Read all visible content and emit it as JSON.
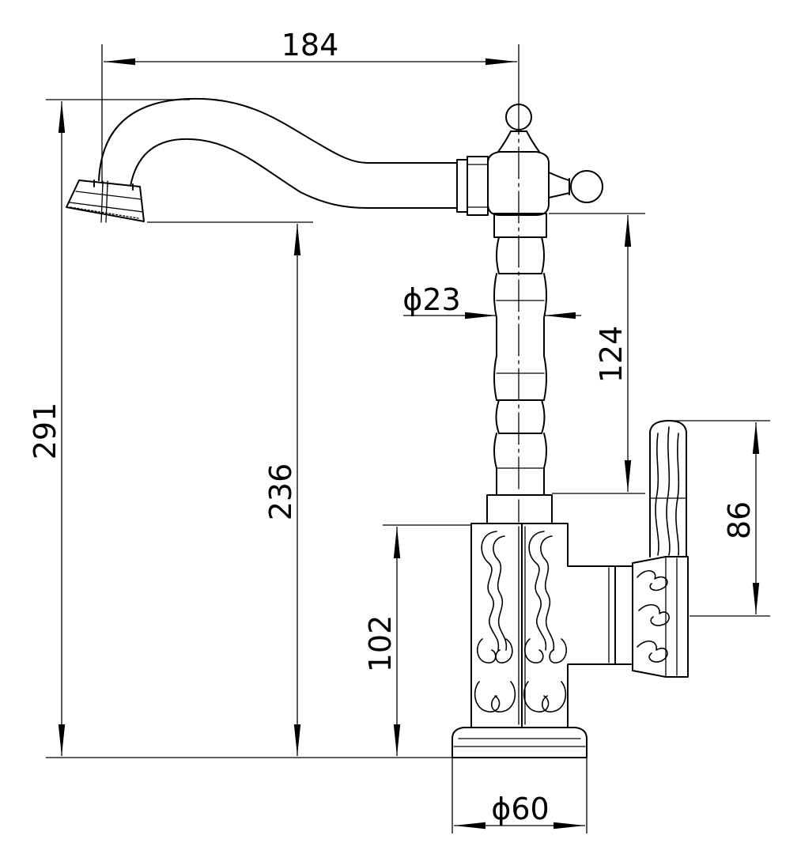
{
  "drawing": {
    "stroke_color": "#000000",
    "background_color": "#ffffff"
  },
  "dimensions": {
    "spout_reach": "184",
    "total_height": "291",
    "spout_outlet_height": "236",
    "column_diameter": "ϕ23",
    "column_height": "124",
    "body_height": "102",
    "handle_height": "86",
    "base_diameter": "ϕ60"
  }
}
